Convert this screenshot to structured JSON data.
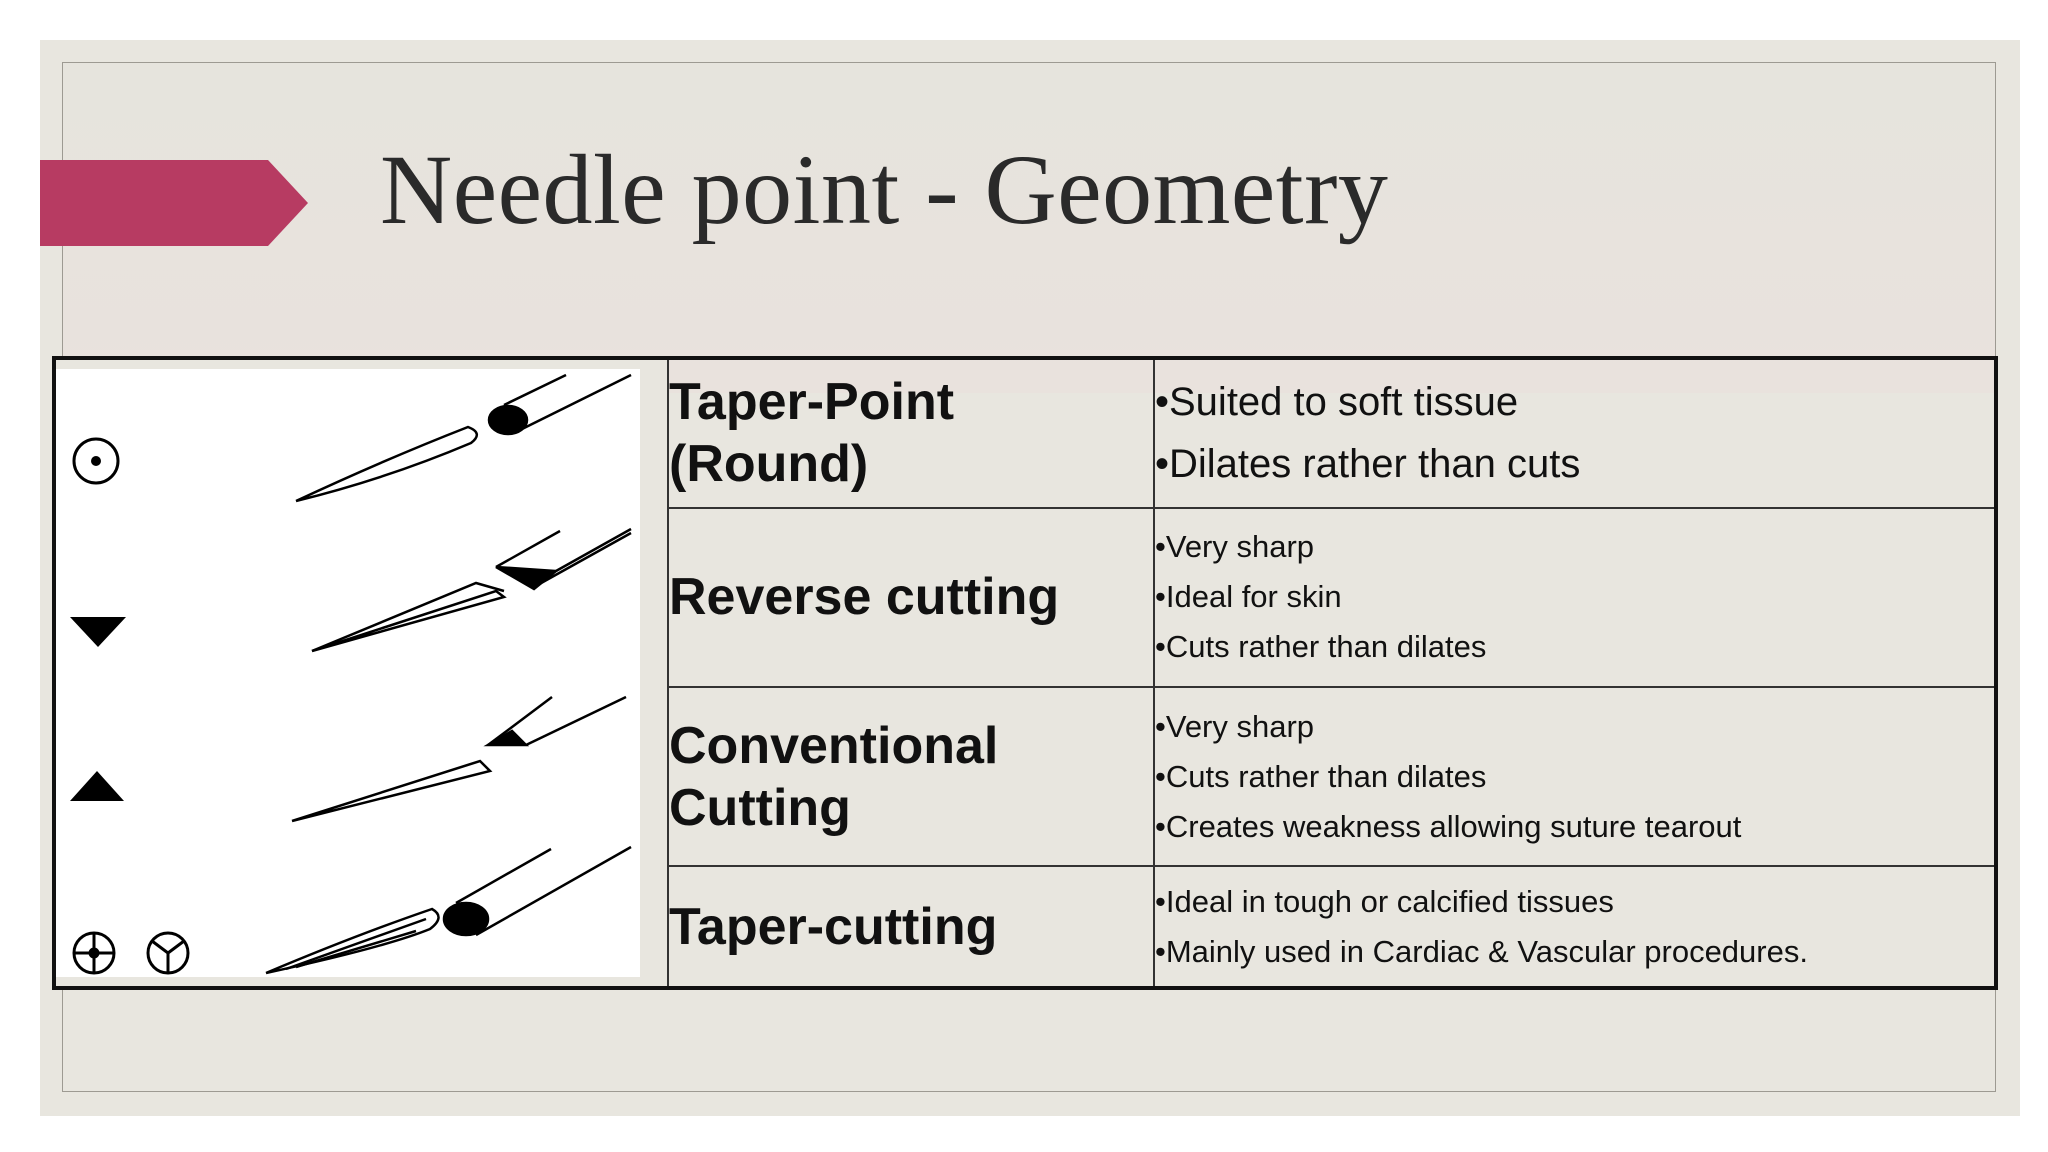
{
  "slide": {
    "title": "Needle point - Geometry",
    "accent_color": "#b73b62"
  },
  "table": {
    "rows": [
      {
        "name": "Taper-Point (Round)",
        "name_lines": [
          "Taper-Point",
          "(Round)"
        ],
        "icon": "circle-dot-icon",
        "bullets": [
          "•Suited to soft tissue",
          "•Dilates rather than cuts"
        ]
      },
      {
        "name": "Reverse cutting",
        "name_lines": [
          "Reverse cutting"
        ],
        "icon": "triangle-down-icon",
        "bullets": [
          "•Very sharp",
          "•Ideal for skin",
          "•Cuts rather than dilates"
        ]
      },
      {
        "name": "Conventional Cutting",
        "name_lines": [
          "Conventional",
          "Cutting"
        ],
        "icon": "triangle-up-icon",
        "bullets": [
          "•Very sharp",
          "•Cuts rather than dilates",
          "•Creates weakness allowing suture tearout"
        ]
      },
      {
        "name": "Taper-cutting",
        "name_lines": [
          "Taper-cutting"
        ],
        "icon": "crosshair-circle-icon",
        "bullets": [
          "•Ideal in tough or calcified tissues",
          "•Mainly used in Cardiac & Vascular procedures."
        ]
      }
    ]
  }
}
